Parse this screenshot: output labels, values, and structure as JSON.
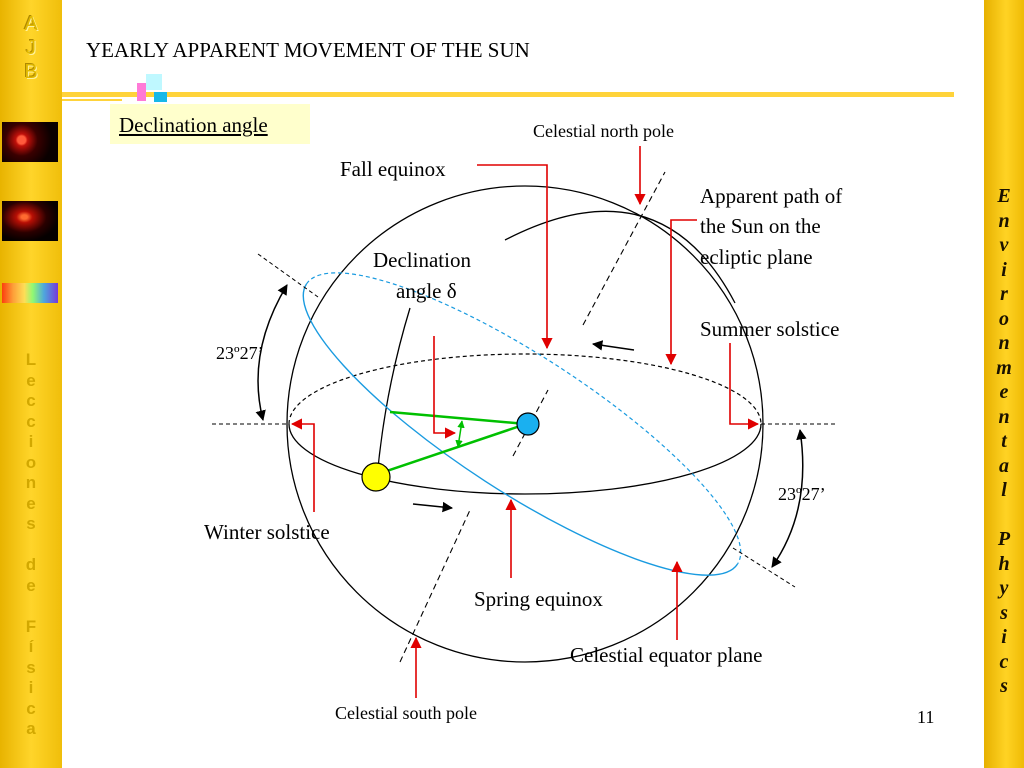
{
  "sidebar_left": {
    "logo_letters": [
      "A",
      "J",
      "B"
    ],
    "vertical_text": [
      "L",
      "e",
      "c",
      "c",
      "i",
      "o",
      "n",
      "e",
      "s",
      "",
      "d",
      "e",
      "",
      "F",
      "í",
      "s",
      "i",
      "c",
      "a"
    ]
  },
  "sidebar_right": {
    "vertical_text": [
      "E",
      "n",
      "v",
      "i",
      "r",
      "o",
      "n",
      "m",
      "e",
      "n",
      "t",
      "a",
      "l",
      "",
      "P",
      "h",
      "y",
      "s",
      "i",
      "c",
      "s"
    ]
  },
  "slide": {
    "title": "YEARLY APPARENT MOVEMENT OF THE SUN",
    "subtitle": "Declination angle",
    "page_number": "11"
  },
  "diagram": {
    "labels": {
      "celestial_north_pole": "Celestial north pole",
      "fall_equinox": "Fall equinox",
      "apparent_path_1": "Apparent path of",
      "apparent_path_2": "the Sun on the",
      "apparent_path_3": "ecliptic plane",
      "declination_1": "Declination",
      "declination_2": "angle δ",
      "summer_solstice": "Summer solstice",
      "angle_left": "23º27’",
      "angle_right": "23º27’",
      "winter_solstice": "Winter solstice",
      "spring_equinox": "Spring equinox",
      "celestial_equator_plane": "Celestial equator plane",
      "celestial_south_pole": "Celestial south pole"
    },
    "colors": {
      "arrow": "#e00000",
      "ecliptic": "#1a9be0",
      "sun": "#ffff00",
      "earth": "#1ab0f0",
      "sun_ray": "#00c000",
      "sidebar": "#f7c600"
    }
  }
}
